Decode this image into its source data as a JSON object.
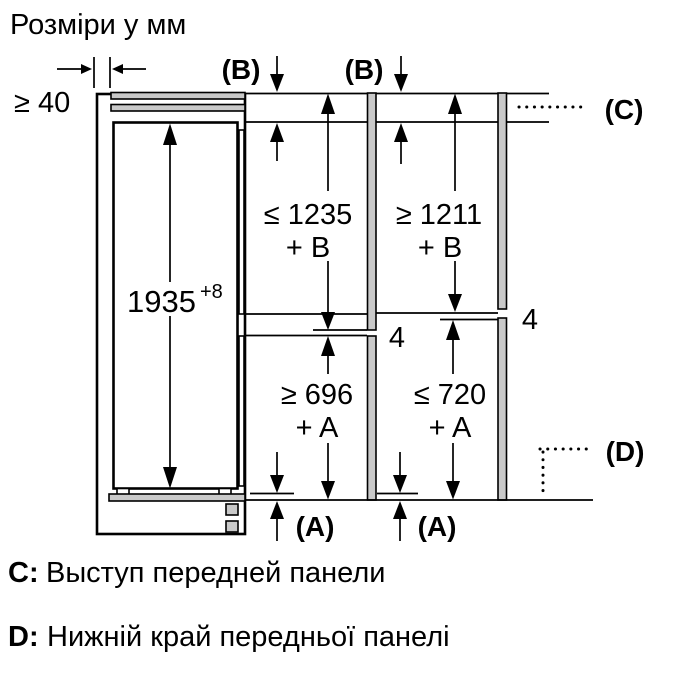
{
  "title": "Розміри у мм",
  "colors": {
    "panel_fill": "#c9c9c9",
    "line": "#000000"
  },
  "labels": {
    "min_wall_clearance": "≥ 40",
    "b_left": "(B)",
    "b_right": "(B)",
    "c": "(C)",
    "d": "(D)",
    "a_left": "(A)",
    "a_right": "(A)",
    "gap_left": "4",
    "gap_right": "4"
  },
  "dimensions": {
    "upper_door_max": "≤ 1235",
    "upper_door_max_suffix": "+ B",
    "upper_door_min": "≥ 1211",
    "upper_door_min_suffix": "+ B",
    "lower_door_min": "≥ 696",
    "lower_door_min_suffix": "+ A",
    "lower_door_max": "≤ 720",
    "lower_door_max_suffix": "+ A",
    "niche_height": "1935",
    "niche_height_tolerance": "+8"
  },
  "legend": {
    "c_key": "C:",
    "c_text": "Выступ передней панели",
    "d_key": "D:",
    "d_text": "Нижній край передньої панелі"
  }
}
